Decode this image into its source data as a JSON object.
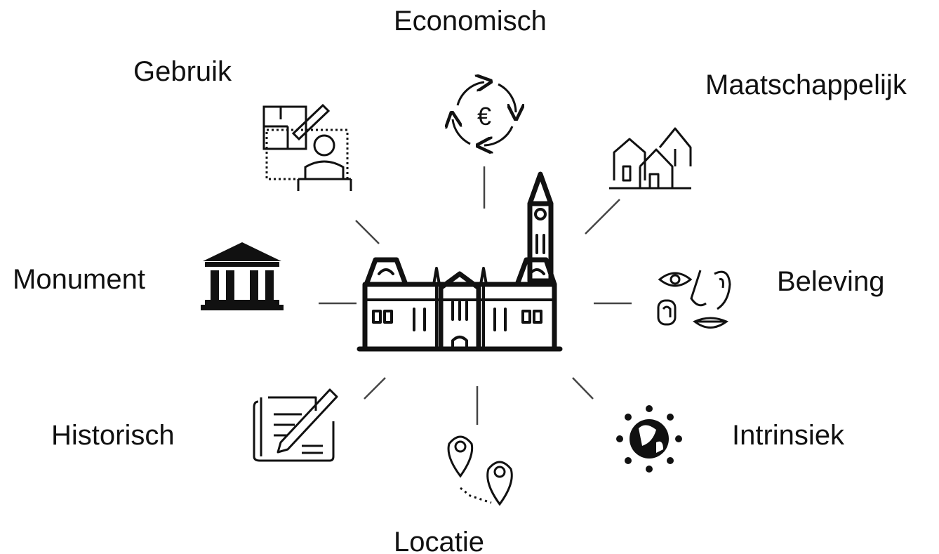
{
  "diagram": {
    "center_icon": "town-hall-icon",
    "line_color": "#444444",
    "icon_color": "#111111",
    "labels": {
      "economisch": "Economisch",
      "gebruik": "Gebruik",
      "maatschappelijk": "Maatschappelijk",
      "monument": "Monument",
      "beleving": "Beleving",
      "historisch": "Historisch",
      "intrinsiek": "Intrinsiek",
      "locatie": "Locatie"
    },
    "icons": {
      "economisch": "euro-cycle-icon",
      "gebruik": "floorplan-architect-icon",
      "maatschappelijk": "houses-icon",
      "monument": "classical-building-icon",
      "beleving": "senses-icon",
      "historisch": "document-pen-icon",
      "intrinsiek": "globe-people-icon",
      "locatie": "map-pins-icon"
    }
  }
}
